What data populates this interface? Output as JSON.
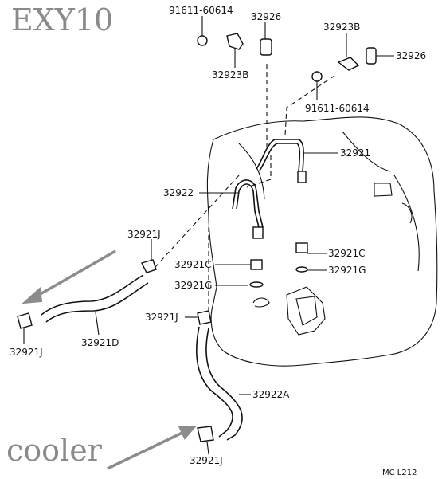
{
  "annotations": {
    "model": "EXY10",
    "cooler": "cooler",
    "arrow_color": "#8c8c8c"
  },
  "diagram_code": "MC L212",
  "parts": {
    "p91611_top": "91611-60614",
    "p32926_top": "32926",
    "p32923B_top": "32923B",
    "p32923B_left": "32923B",
    "p32926_right": "32926",
    "p91611_right": "91611-60614",
    "p32921": "32921",
    "p32922": "32922",
    "p32921J_upper": "32921J",
    "p32921C_left": "32921C",
    "p32921C_right": "32921C",
    "p32921G_left": "32921G",
    "p32921G_right": "32921G",
    "p32921D": "32921D",
    "p32921J_left": "32921J",
    "p32921J_mid": "32921J",
    "p32922A": "32922A",
    "p32921J_bottom": "32921J"
  }
}
